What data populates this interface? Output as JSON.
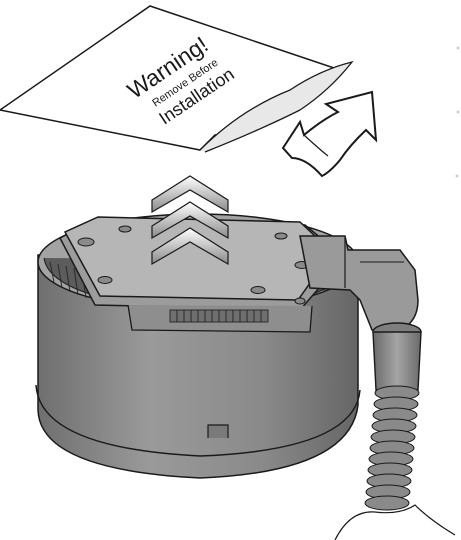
{
  "figure": {
    "subject": "liquid cooler pump block",
    "instruction": "peel off protective film"
  },
  "warning_label": {
    "line1": "Warning!",
    "line2": "Remove Before",
    "line3": "Installation"
  },
  "colors": {
    "pump_body": "#8e8e8e",
    "pump_shadow": "#6e6e6e",
    "pump_top": "#a8a8a8",
    "cold_plate": "#b8b8b8",
    "film": "#ffffff",
    "outline": "#1a1a1a",
    "arrow_fill": "#9a9a9a"
  },
  "icons": [
    "up-chevron-icon",
    "curved-arrow-icon"
  ]
}
